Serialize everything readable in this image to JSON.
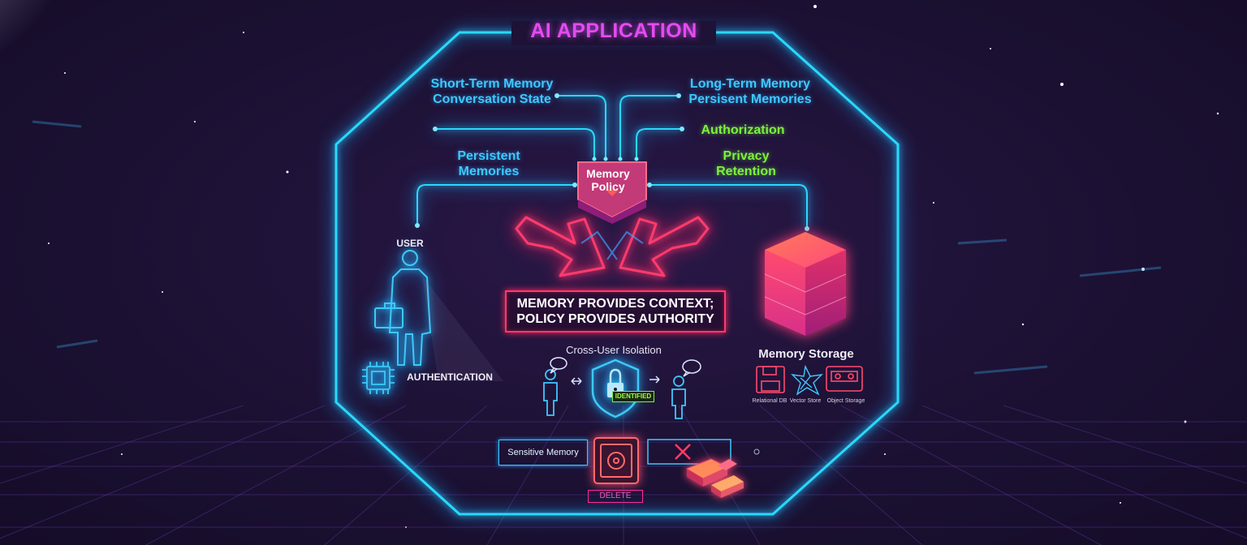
{
  "title": "AI APPLICATION",
  "labels": {
    "short_term_line1": "Short-Term Memory",
    "short_term_line2": "Conversation State",
    "long_term_line1": "Long-Term Memory",
    "long_term_line2": "Persisent Memories",
    "persistent_line1": "Persistent",
    "persistent_line2": "Memories",
    "authorization": "Authorization",
    "privacy": "Privacy",
    "retention": "Retention",
    "policy_line1": "Memory",
    "policy_line2": "Policy",
    "user": "USER",
    "authentication": "AUTHENTICATION",
    "principle_line1": "MEMORY PROVIDES CONTEXT;",
    "principle_line2": "POLICY PROVIDES AUTHORITY",
    "cross_user": "Cross-User Isolation",
    "verified_badge": "IDENTIFIED",
    "memory_storage": "Memory Storage",
    "storage_1": "Relational DB",
    "storage_2": "Vector Store",
    "storage_3": "Object Storage",
    "sensitive_memory": "Sensitive Memory",
    "delete": "DELETE"
  },
  "icons": [
    "person-briefcase-icon",
    "chip-icon",
    "person-icon",
    "shield-lock-icon",
    "speech-bubble-icon",
    "cube-icon",
    "floppy-disk-icon",
    "vector-star-icon",
    "cassette-icon",
    "safe-icon",
    "x-icon",
    "shredded-blocks-icon"
  ],
  "colors": {
    "frame": "#2ad8ff",
    "title": "#e24cf0",
    "cyan_text": "#3ec8ff",
    "green_text": "#7cf23c",
    "accent_red": "#ff3b6b",
    "accent_pink": "#ff2aa0"
  }
}
